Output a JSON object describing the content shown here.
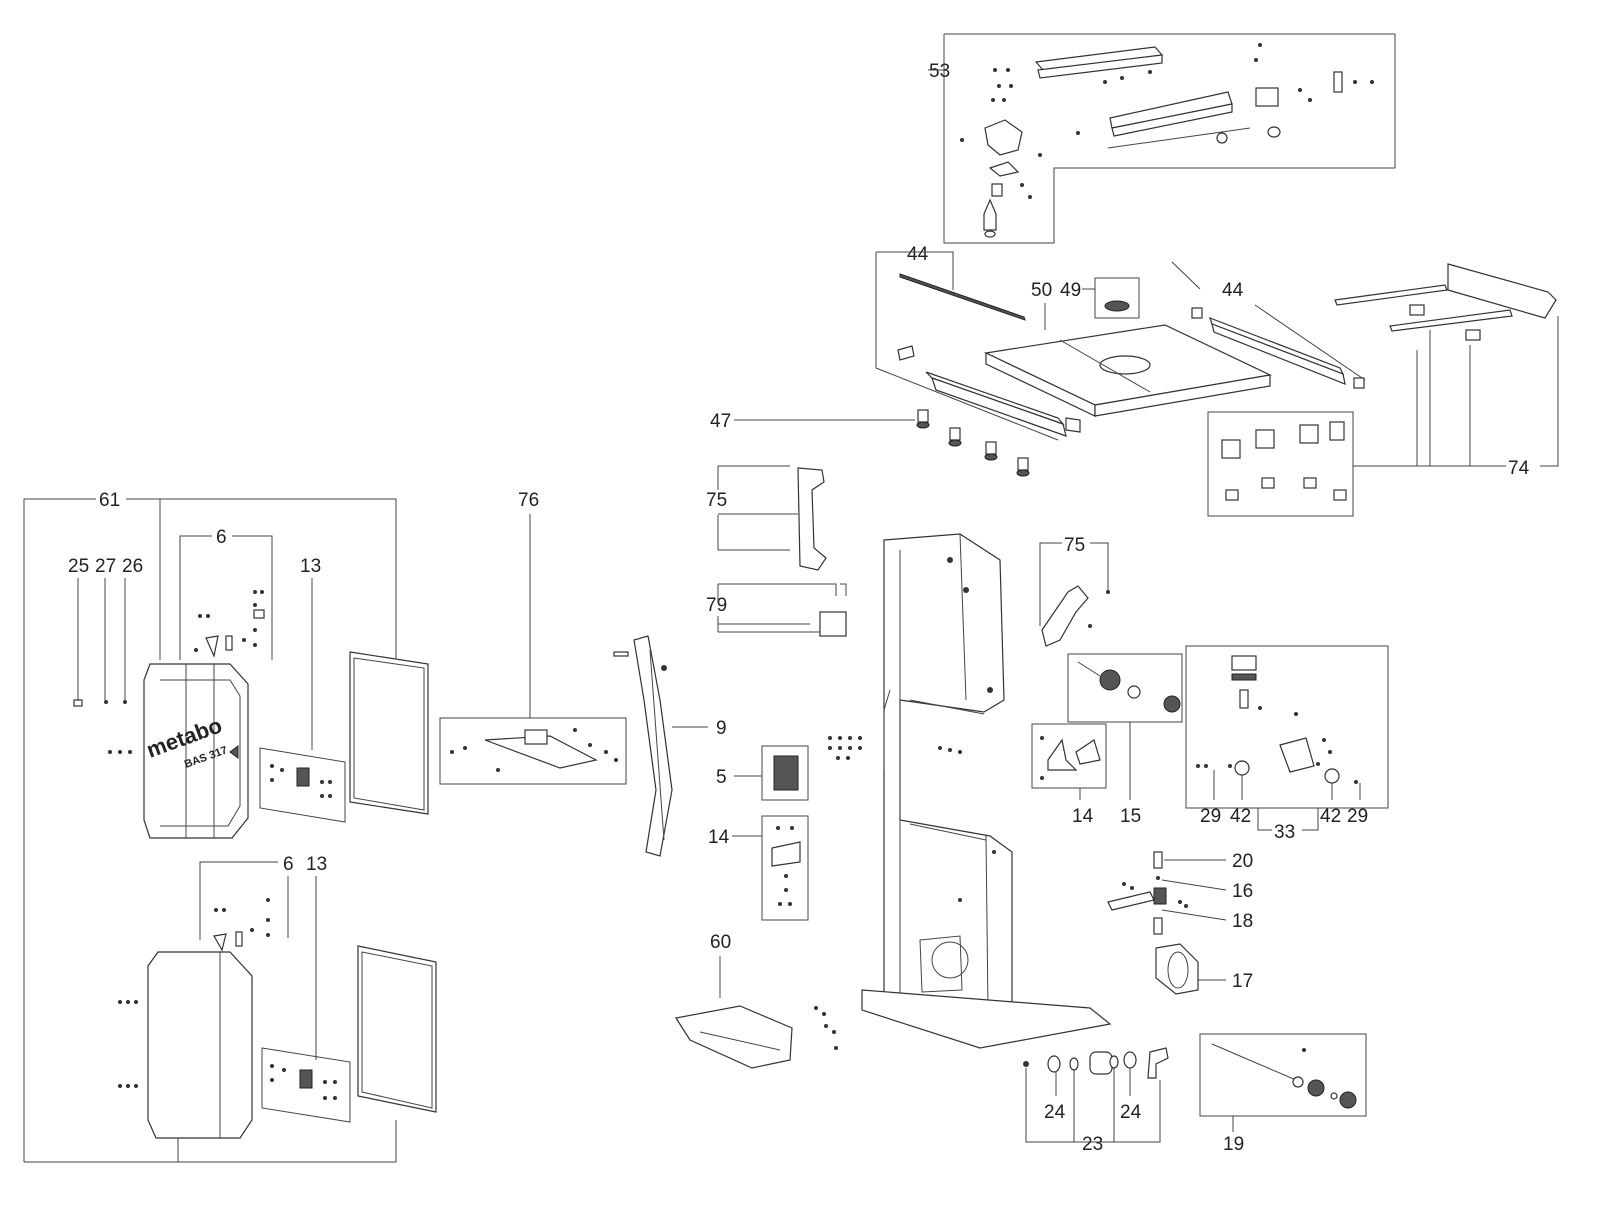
{
  "diagram": {
    "labels": {
      "l53": "53",
      "l44a": "44",
      "l50": "50",
      "l49": "49",
      "l44b": "44",
      "l47": "47",
      "l74": "74",
      "l75a": "75",
      "l79": "79",
      "l75b": "75",
      "l61": "61",
      "l76": "76",
      "l6a": "6",
      "l13a": "13",
      "l25": "25",
      "l27": "27",
      "l26": "26",
      "l9": "9",
      "l5": "5",
      "l14a": "14",
      "l14b": "14",
      "l15": "15",
      "l29a": "29",
      "l42a": "42",
      "l42b": "42",
      "l29b": "29",
      "l33": "33",
      "l20": "20",
      "l16": "16",
      "l18": "18",
      "l17": "17",
      "l60": "60",
      "l6b": "6",
      "l13b": "13",
      "l24a": "24",
      "l24b": "24",
      "l23": "23",
      "l19": "19"
    },
    "logo_text": "metabo",
    "model_text": "BAS 317"
  }
}
